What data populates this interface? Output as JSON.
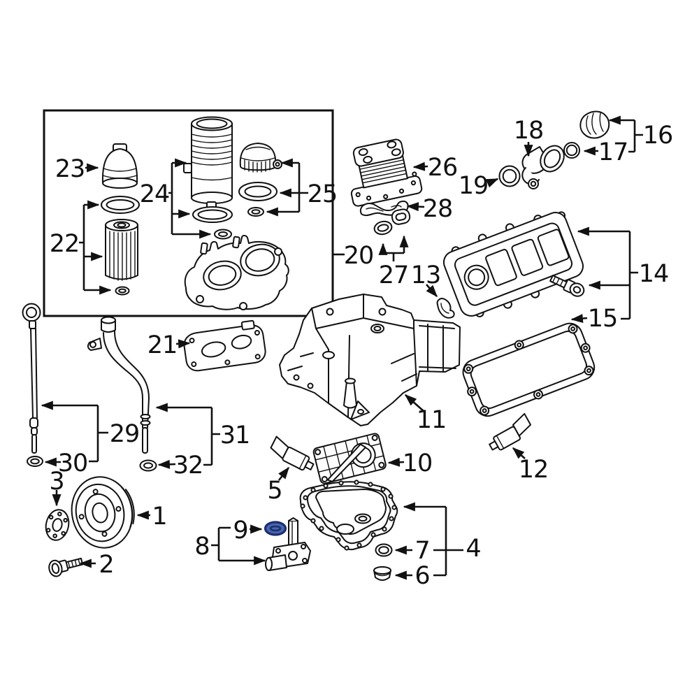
{
  "figure": {
    "background": "#ffffff",
    "line_color": "#111111",
    "highlight": {
      "fill": "#4766b0",
      "stroke": "#1e2f6e"
    },
    "callouts": {
      "1": "1",
      "2": "2",
      "3": "3",
      "4": "4",
      "5": "5",
      "6": "6",
      "7": "7",
      "8": "8",
      "9": "9",
      "10": "10",
      "11": "11",
      "12": "12",
      "13": "13",
      "14": "14",
      "15": "15",
      "16": "16",
      "17": "17",
      "18": "18",
      "19": "19",
      "20": "20",
      "21": "21",
      "22": "22",
      "23": "23",
      "24": "24",
      "25": "25",
      "26": "26",
      "27": "27",
      "28": "28",
      "29": "29",
      "30": "30",
      "31": "31",
      "32": "32"
    }
  }
}
